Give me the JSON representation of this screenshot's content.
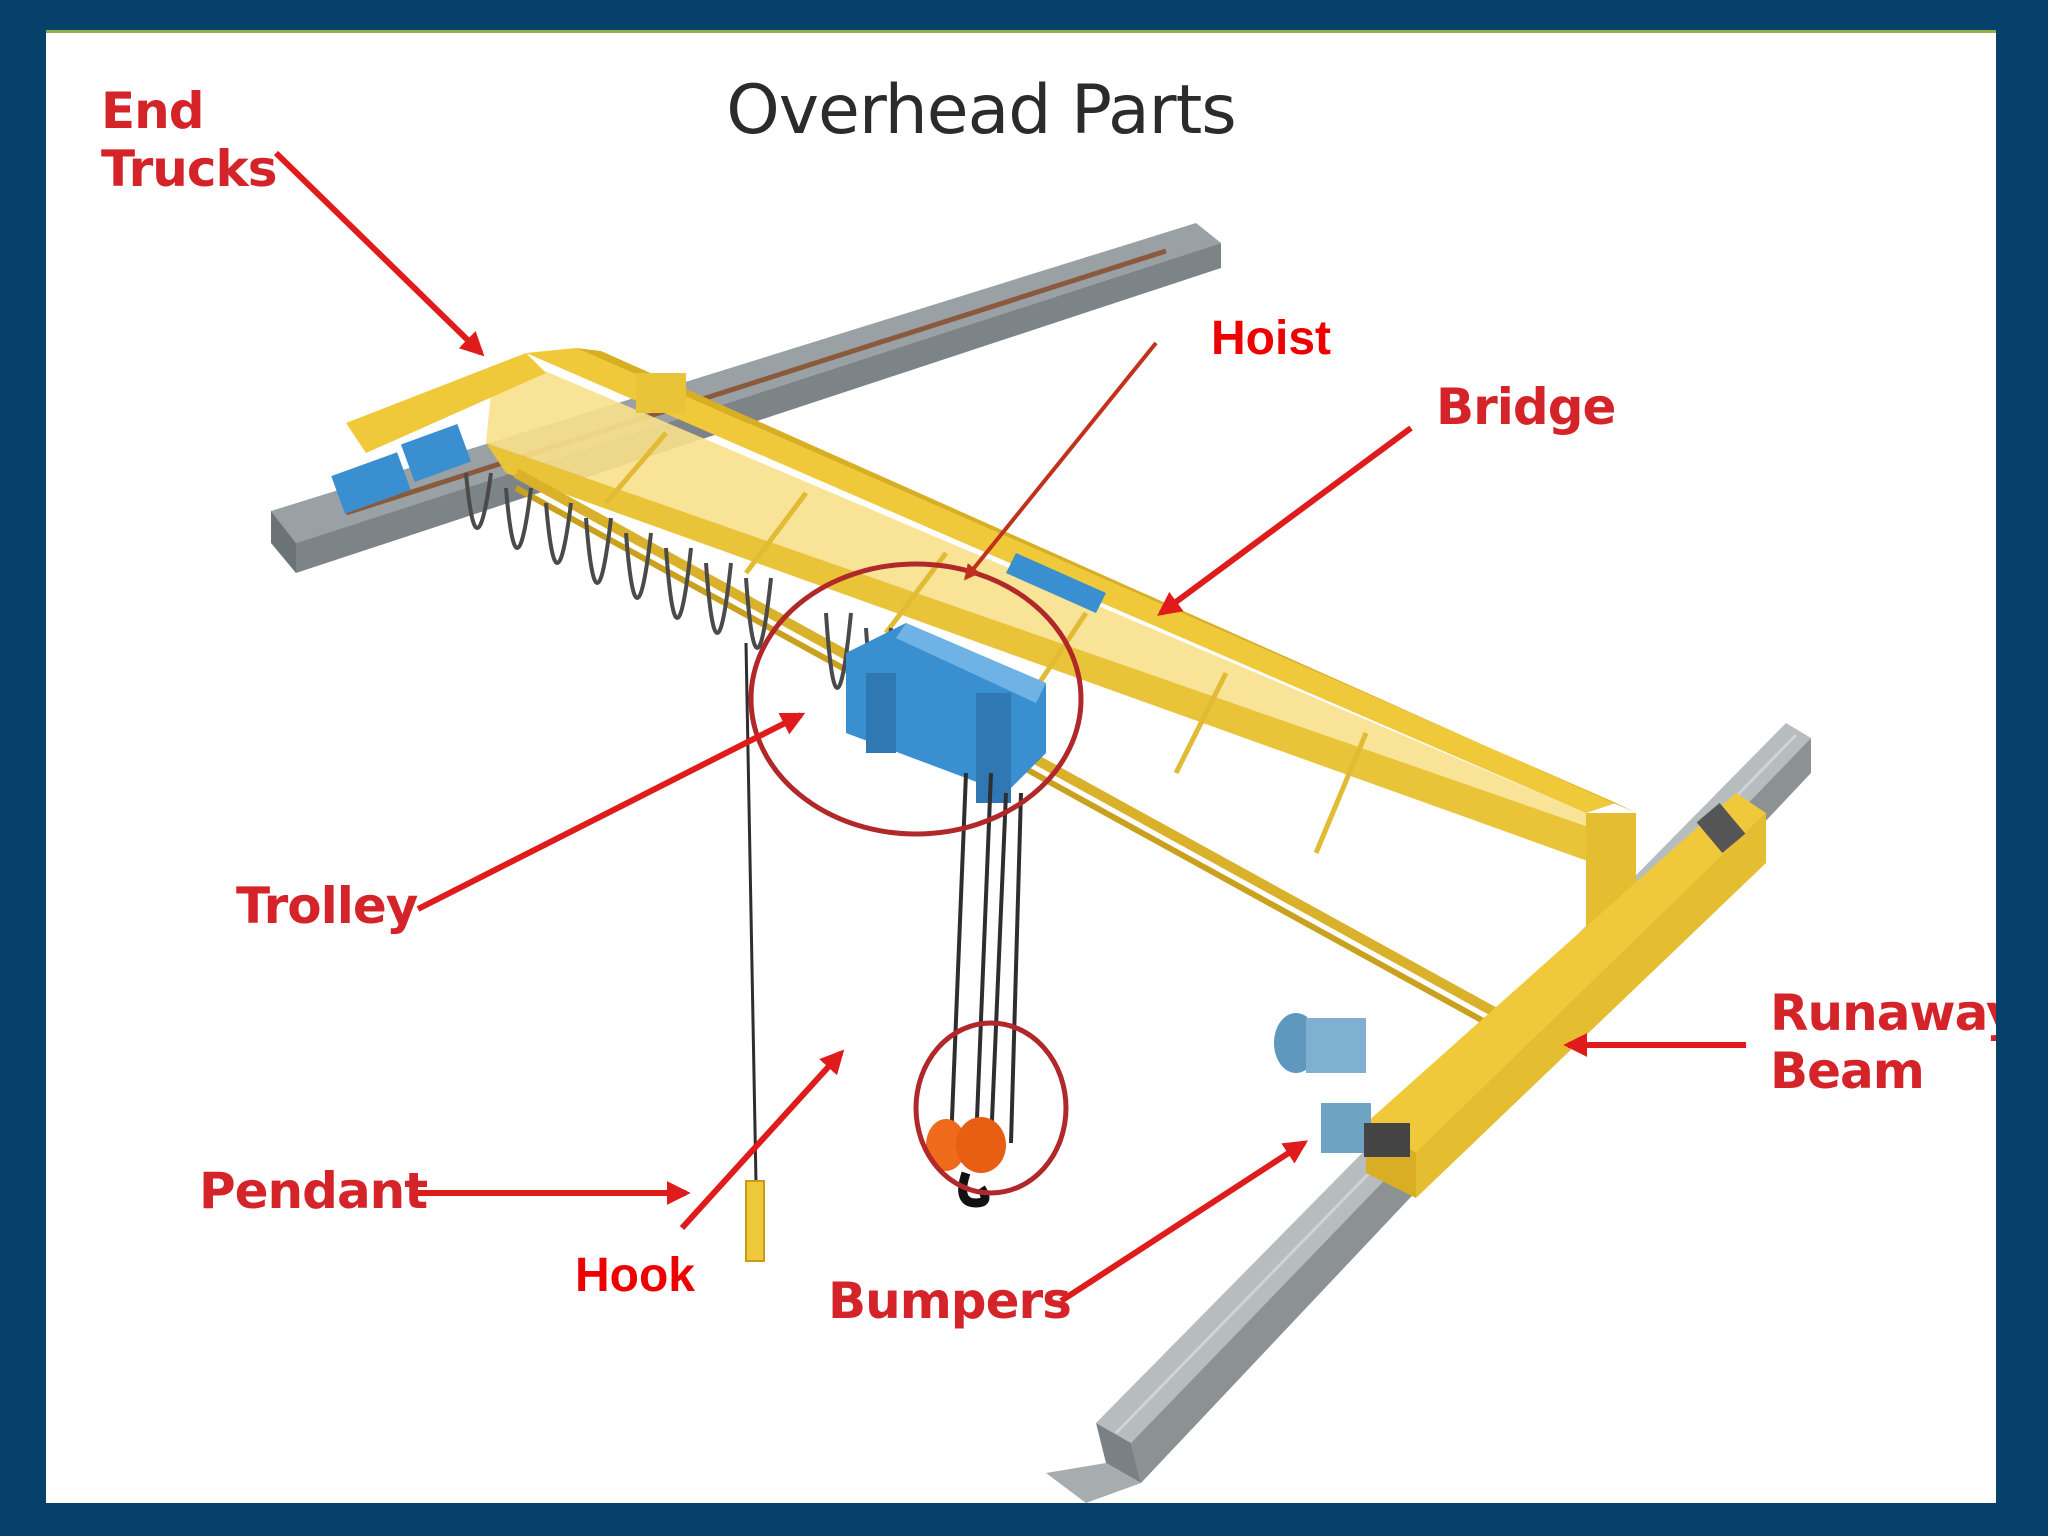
{
  "title": "Overhead Parts",
  "labels": {
    "end_trucks_line1": "End",
    "end_trucks_line2": "Trucks",
    "hoist": "Hoist",
    "bridge": "Bridge",
    "trolley": "Trolley",
    "runaway_line1": "Runaway",
    "runaway_line2": "Beam",
    "pendant": "Pendant",
    "hook": "Hook",
    "bumpers": "Bumpers"
  },
  "colors": {
    "background": "#05416a",
    "label_red": "#d4242a",
    "arrow_red": "#e01b1b",
    "highlight_circle": "#b0282a",
    "crane_yellow": "#f5d24a",
    "rail_grey": "#a8aeb0",
    "hoist_blue": "#3a8fd0",
    "hook_orange": "#f06a1c"
  }
}
